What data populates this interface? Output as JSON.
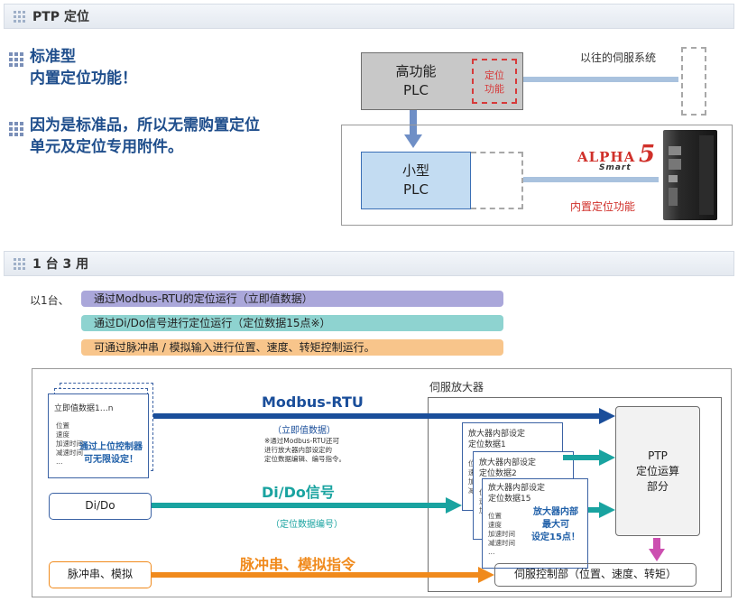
{
  "sections": {
    "ptp": {
      "title": "PTP 定位"
    },
    "one_three": {
      "title": "1 台 3 用"
    }
  },
  "bullets": [
    {
      "line1": "标准型",
      "line2": "内置定位功能！"
    },
    {
      "line1": "因为是标准品，所以无需购置定位",
      "line2": "单元及定位专用附件。"
    }
  ],
  "top_diagram": {
    "high_plc": {
      "line1": "高功能",
      "line2": "PLC"
    },
    "positioning_func": {
      "line1": "定位",
      "line2": "功能"
    },
    "legacy_servo": "以往的伺服系统",
    "small_plc": {
      "line1": "小型",
      "line2": "PLC"
    },
    "brand": {
      "name": "ALPHA",
      "number": "5",
      "sub": "Smart"
    },
    "builtin": "内置定位功能"
  },
  "usage": {
    "prefix": "以1台、",
    "items": [
      {
        "text": "通过Modbus-RTU的定位运行（立即值数据）",
        "color": "#a9a6d9"
      },
      {
        "text": "通过Di/Do信号进行定位运行（定位数据15点※）",
        "color": "#8fd2cf"
      },
      {
        "text": "可通过脉冲串 / 模拟输入进行位置、速度、转矩控制运行。",
        "color": "#f7c48a"
      }
    ]
  },
  "bottom_diagram": {
    "servo_amp": "伺服放大器",
    "doc": {
      "title": "立即值数据1…n",
      "fields": [
        "位置",
        "速度",
        "加速时间",
        "减速时间",
        "…"
      ],
      "highlight1": "通过上位控制器",
      "highlight2": "可无限设定！"
    },
    "modbus": {
      "label": "Modbus-RTU",
      "sub": "（立即值数据）",
      "note1": "※通过Modbus-RTU还可",
      "note2": "进行放大器内部设定的",
      "note3": "定位数据编辑、编号指令。"
    },
    "dido": {
      "box": "Di/Do",
      "label": "Di/Do信号",
      "sub": "（定位数据编号）"
    },
    "pulse": {
      "box": "脉冲串、模拟",
      "label": "脉冲串、模拟指令"
    },
    "cards": [
      {
        "line1": "放大器内部设定",
        "line2": "定位数据1"
      },
      {
        "line1": "放大器内部设定",
        "line2": "定位数据2"
      },
      {
        "line1": "放大器内部设定",
        "line2": "定位数据15"
      }
    ],
    "card_fields": [
      "位置",
      "速度",
      "加速时间",
      "减速时间",
      "…"
    ],
    "card_highlight": [
      "放大器内部",
      "最大可",
      "设定15点！"
    ],
    "ptp_block": {
      "line1": "PTP",
      "line2": "定位运算",
      "line3": "部分"
    },
    "servo_ctrl": "伺服控制部（位置、速度、转矩）"
  },
  "colors": {
    "blue_arrow": "#1a4e9a",
    "teal_arrow": "#19a3a0",
    "orange_arrow": "#f08a1c",
    "pink_arrow": "#cc4fb0",
    "red_brand": "#d0302a"
  }
}
